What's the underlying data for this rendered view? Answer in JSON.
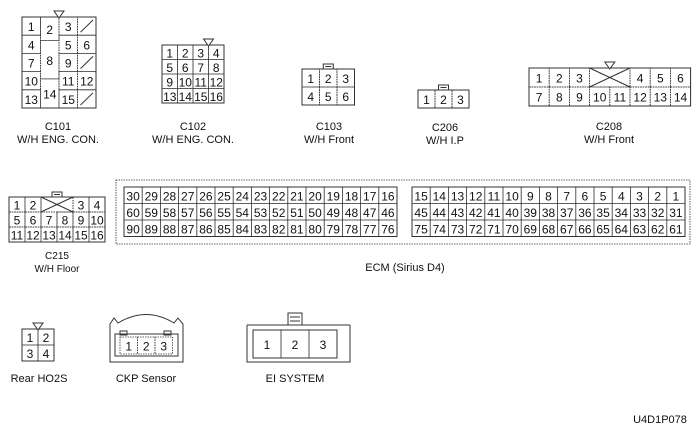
{
  "connectors": {
    "c101": {
      "code": "C101",
      "name": "W/H ENG. CON.",
      "pins": [
        "1",
        "2",
        "3",
        "4",
        "5",
        "6",
        "7",
        "8",
        "9",
        "10",
        "11",
        "12",
        "13",
        "14",
        "15"
      ]
    },
    "c102": {
      "code": "C102",
      "name": "W/H ENG. CON.",
      "pins": [
        "1",
        "2",
        "3",
        "4",
        "5",
        "6",
        "7",
        "8",
        "9",
        "10",
        "11",
        "12",
        "13",
        "14",
        "15",
        "16"
      ]
    },
    "c103": {
      "code": "C103",
      "name": "W/H Front",
      "pins": [
        "1",
        "2",
        "3",
        "4",
        "5",
        "6"
      ]
    },
    "c206": {
      "code": "C206",
      "name": "W/H I.P",
      "pins": [
        "1",
        "2",
        "3"
      ]
    },
    "c208": {
      "code": "C208",
      "name": "W/H Front",
      "row1": [
        "1",
        "2",
        "3",
        "4",
        "5",
        "6"
      ],
      "row2": [
        "7",
        "8",
        "9",
        "10",
        "11",
        "12",
        "13",
        "14"
      ]
    },
    "c215": {
      "code": "C215",
      "name": "W/H Floor",
      "row1": [
        "1",
        "2",
        "3",
        "4"
      ],
      "row2": [
        "5",
        "6",
        "7",
        "8",
        "9",
        "10"
      ],
      "row3": [
        "11",
        "12",
        "13",
        "14",
        "15",
        "16"
      ]
    },
    "ecm": {
      "name": "ECM (Sirius D4)",
      "left": [
        [
          "30",
          "29",
          "28",
          "27",
          "26",
          "25",
          "24",
          "23",
          "22",
          "21",
          "20",
          "19",
          "18",
          "17",
          "16"
        ],
        [
          "60",
          "59",
          "58",
          "57",
          "56",
          "55",
          "54",
          "53",
          "52",
          "51",
          "50",
          "49",
          "48",
          "47",
          "46"
        ],
        [
          "90",
          "89",
          "88",
          "87",
          "86",
          "85",
          "84",
          "83",
          "82",
          "81",
          "80",
          "79",
          "78",
          "77",
          "76"
        ]
      ],
      "right": [
        [
          "15",
          "14",
          "13",
          "12",
          "11",
          "10",
          "9",
          "8",
          "7",
          "6",
          "5",
          "4",
          "3",
          "2",
          "1"
        ],
        [
          "45",
          "44",
          "43",
          "42",
          "41",
          "40",
          "39",
          "38",
          "37",
          "36",
          "35",
          "34",
          "33",
          "32",
          "31"
        ],
        [
          "75",
          "74",
          "73",
          "72",
          "71",
          "70",
          "69",
          "68",
          "67",
          "66",
          "65",
          "64",
          "63",
          "62",
          "61"
        ]
      ]
    },
    "rear_ho2s": {
      "name": "Rear HO2S",
      "pins": [
        "1",
        "2",
        "3",
        "4"
      ]
    },
    "ckp": {
      "name": "CKP Sensor",
      "pins": [
        "1",
        "2",
        "3"
      ]
    },
    "ei": {
      "name": "EI SYSTEM",
      "pins": [
        "1",
        "2",
        "3"
      ]
    }
  },
  "figure_id": "U4D1P078"
}
